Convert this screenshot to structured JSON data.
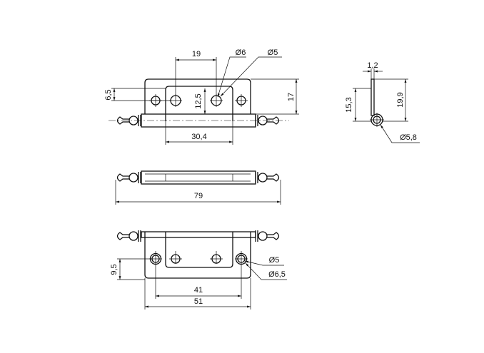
{
  "top_view": {
    "dim_hole_spacing": "19",
    "dia_large_hole": "Ø6",
    "dia_small_hole": "Ø5",
    "dim_hole_offset": "6,5",
    "dim_leaf_height": "12,5",
    "dim_total_height": "17",
    "dim_leaf_width": "30,4"
  },
  "front_view": {
    "dim_total_length": "79"
  },
  "bottom_view": {
    "dim_hole_offset": "9,5",
    "dia_hole": "Ø5",
    "dia_counterbore": "Ø6,5",
    "dim_hole_spacing": "41",
    "dim_plate_width": "51"
  },
  "side_view": {
    "dim_thickness": "1,2",
    "dim_leaf_height": "15,3",
    "dim_total_height": "19,9",
    "dia_barrel": "Ø5,8"
  }
}
